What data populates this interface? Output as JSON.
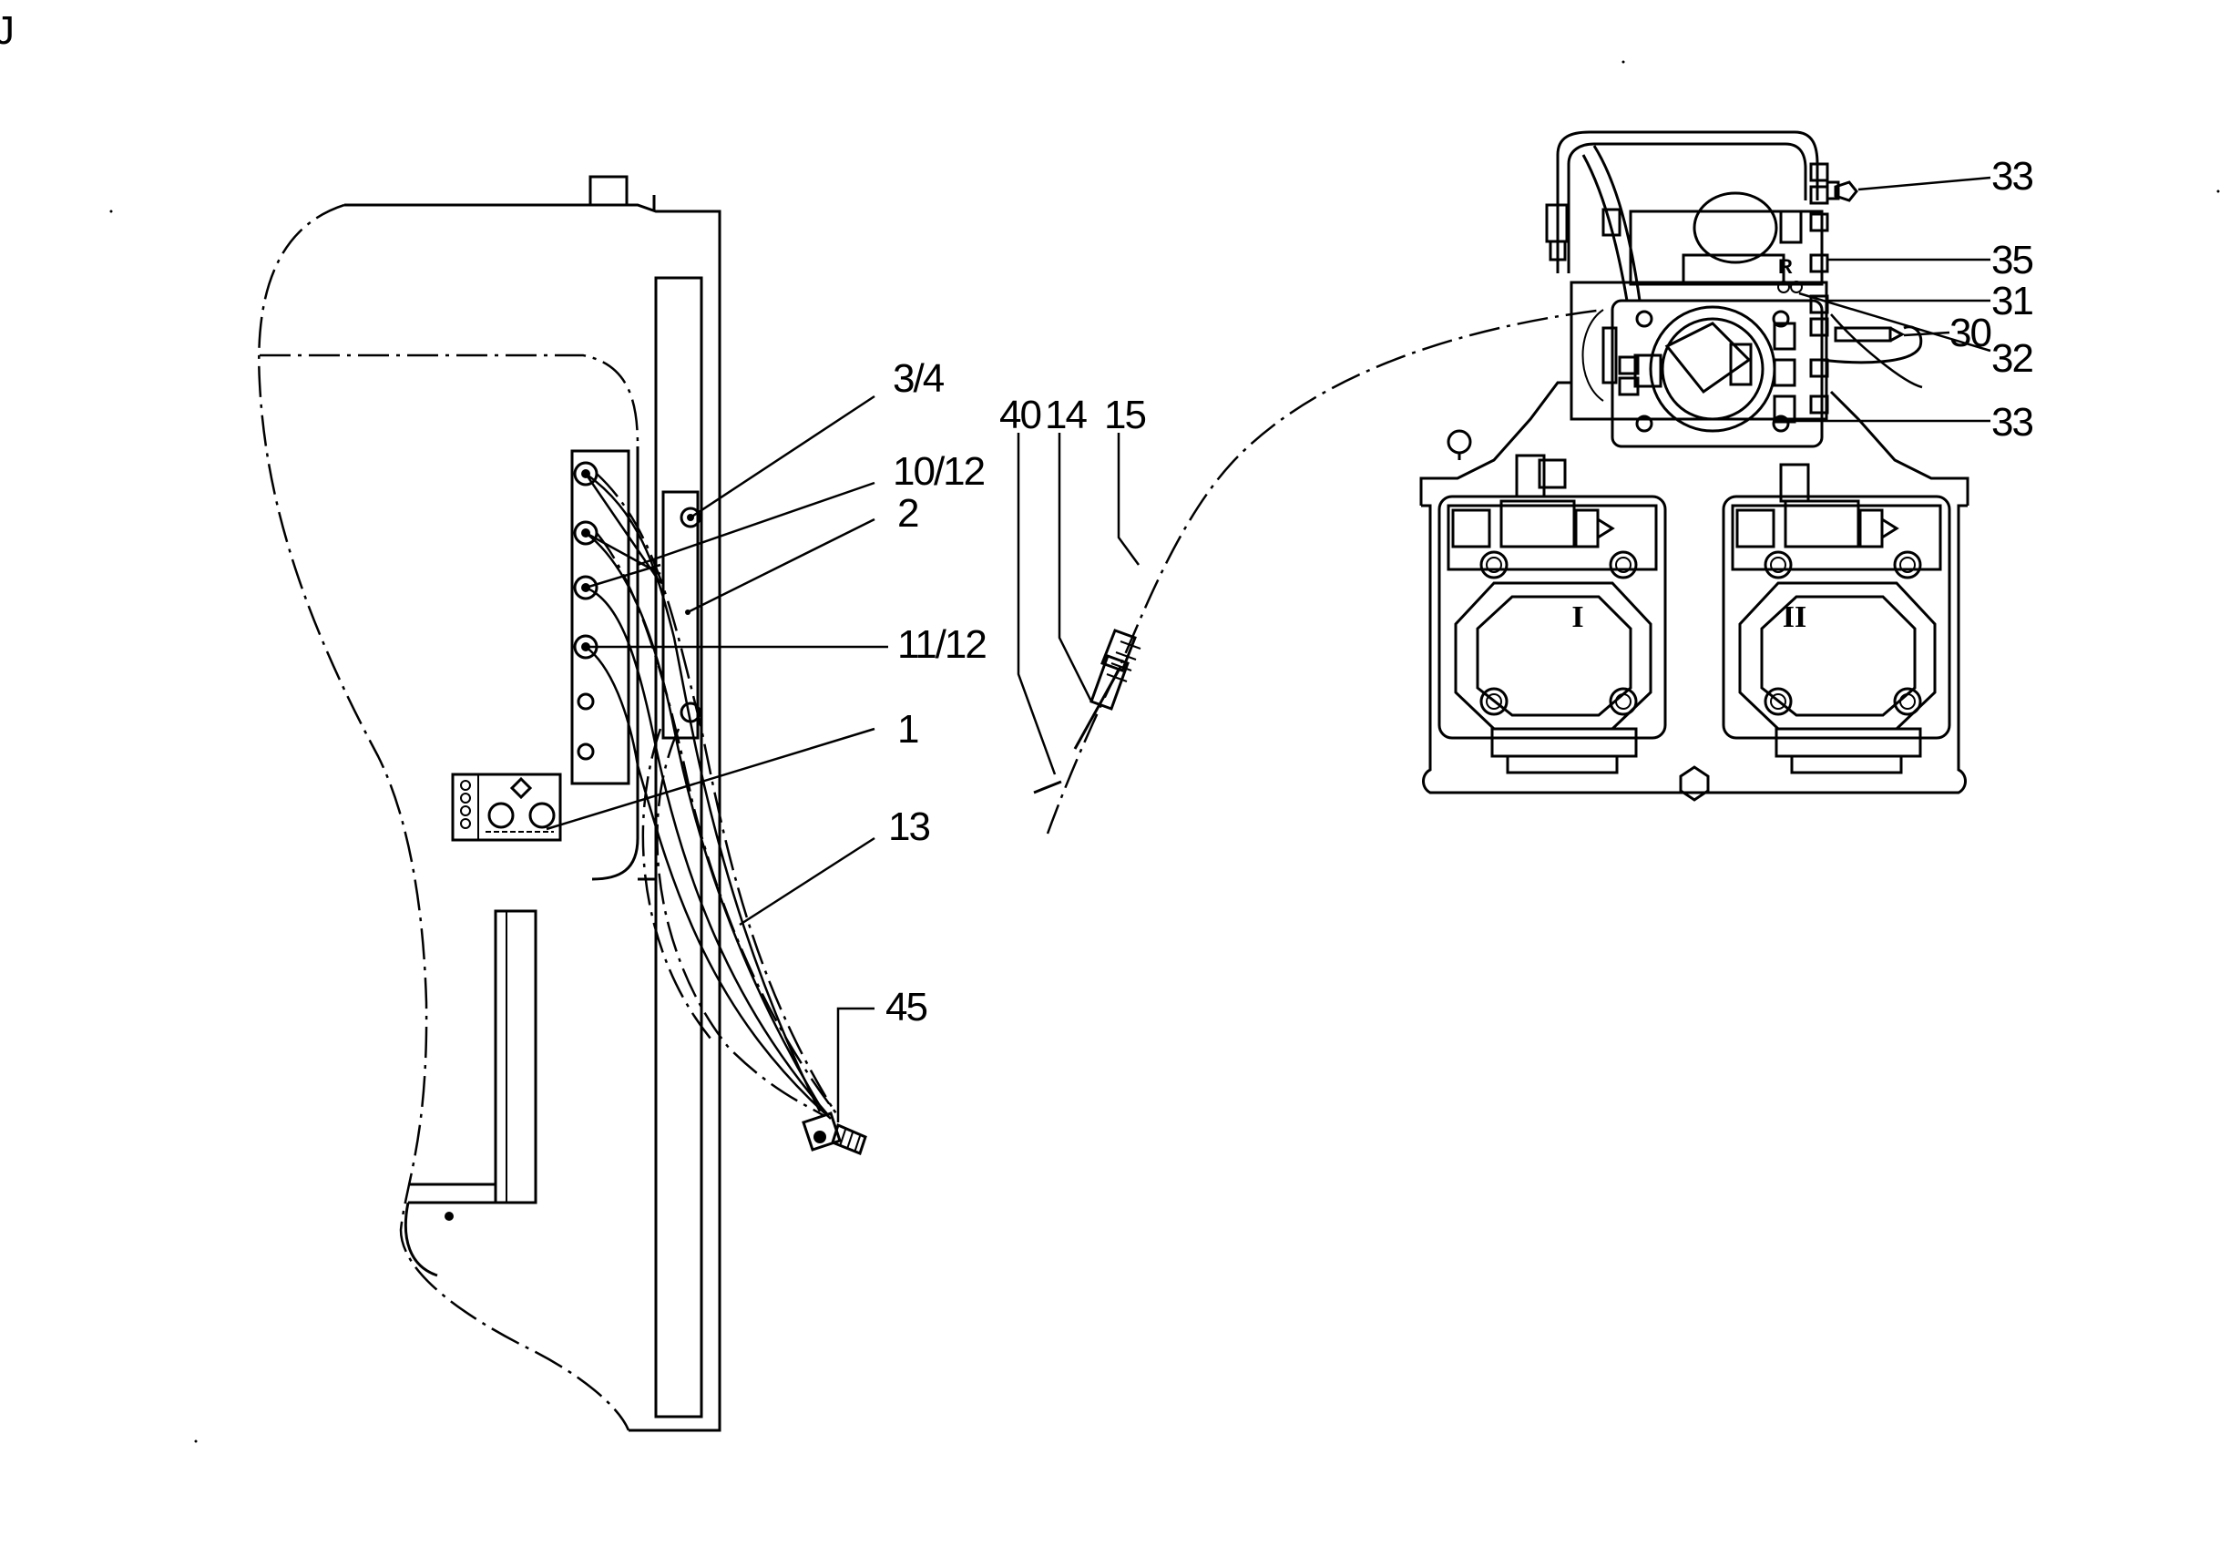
{
  "corner_mark": "J",
  "callouts": {
    "c_3_4": "3/4",
    "c_10_12": "10/12",
    "c_2": "2",
    "c_11_12": "11/12",
    "c_1": "1",
    "c_13": "13",
    "c_45": "45",
    "c_40": "40",
    "c_14": "14",
    "c_15": "15",
    "c_33_top": "33",
    "c_35": "35",
    "c_31": "31",
    "c_30": "30",
    "c_32": "32",
    "c_33_bottom": "33"
  },
  "pump_labels": {
    "pump_1": "I",
    "pump_2": "II",
    "port_r": "R"
  }
}
